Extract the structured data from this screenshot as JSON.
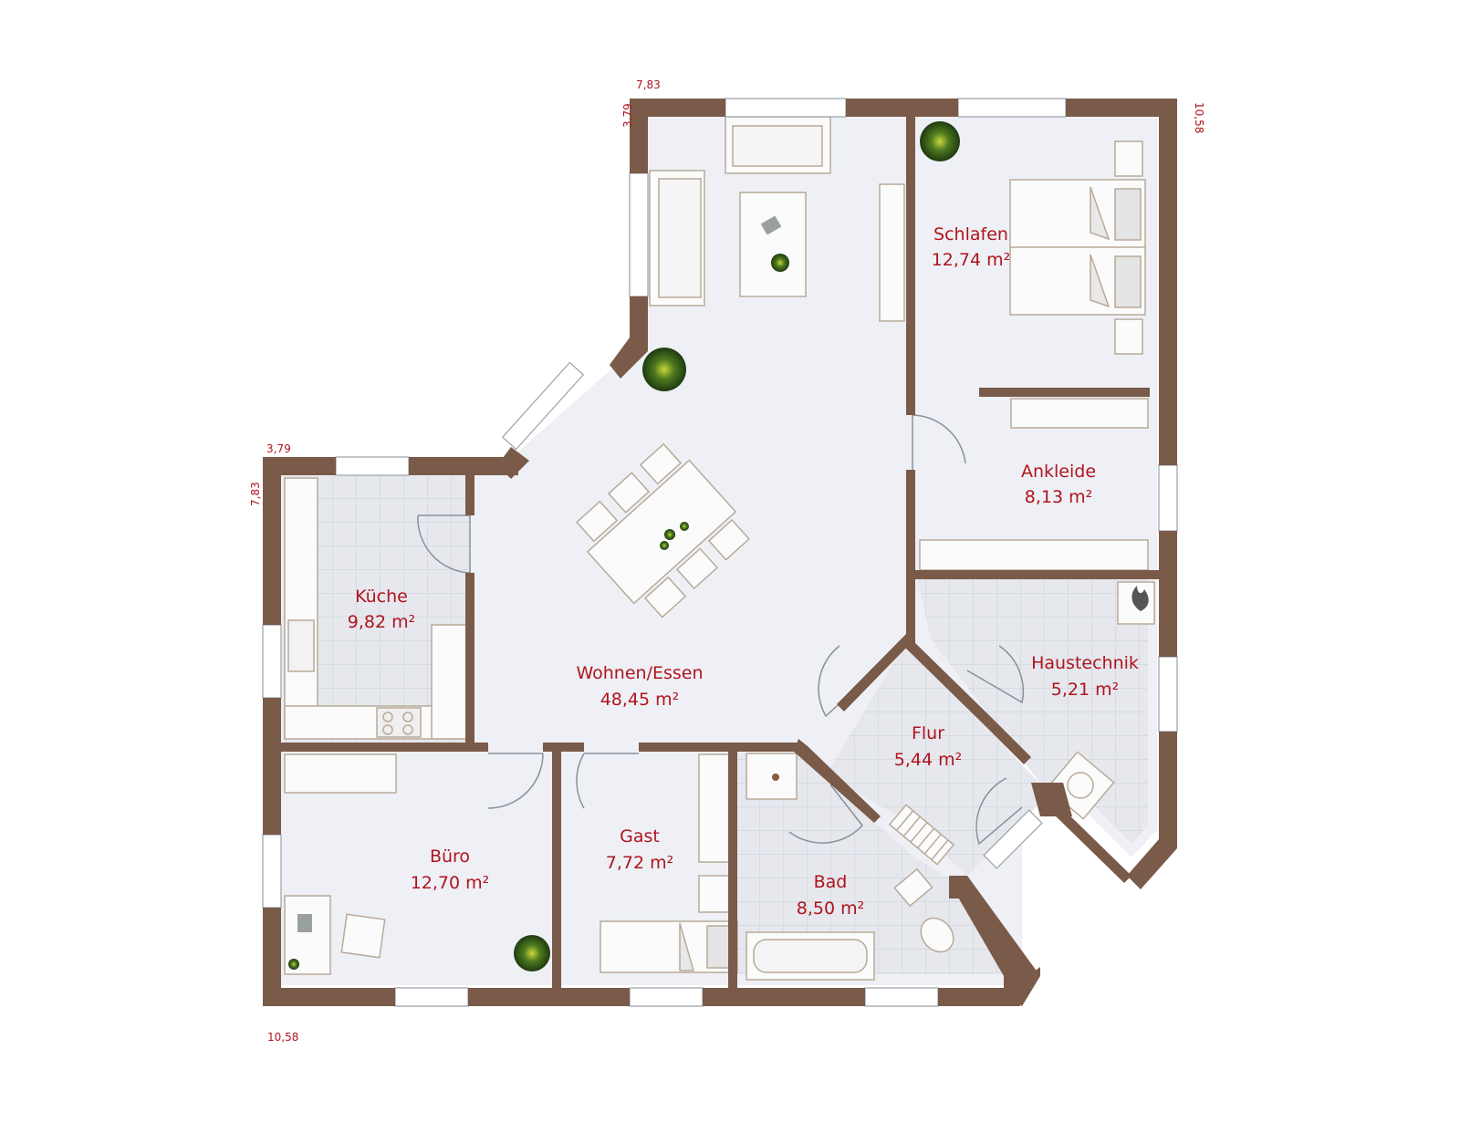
{
  "dimensions": {
    "top_width": "7,83",
    "top_height": "3,79",
    "right_height": "10,58",
    "left_width": "3,79",
    "left_height": "7,83",
    "bottom_width": "10,58"
  },
  "rooms": {
    "schlafen": {
      "name": "Schlafen",
      "area": "12,74 m²"
    },
    "ankleide": {
      "name": "Ankleide",
      "area": "8,13 m²"
    },
    "kueche": {
      "name": "Küche",
      "area": "9,82 m²"
    },
    "wohnen": {
      "name": "Wohnen/Essen",
      "area": "48,45 m²"
    },
    "haustechnik": {
      "name": "Haustechnik",
      "area": "5,21 m²"
    },
    "flur": {
      "name": "Flur",
      "area": "5,44 m²"
    },
    "buero": {
      "name": "Büro",
      "area": "12,70 m²"
    },
    "gast": {
      "name": "Gast",
      "area": "7,72 m²"
    },
    "bad": {
      "name": "Bad",
      "area": "8,50 m²"
    }
  },
  "colors": {
    "wall": "#7a5a48",
    "floor": "#eef0f6",
    "tile_floor": "#e4e6ec",
    "tile_line": "#cfd2da",
    "furniture": "#fbfbfb",
    "furniture_stroke": "#b8aa98",
    "label": "#b0141c"
  },
  "icons": [
    "plant-icon",
    "book-icon",
    "fire-icon",
    "faucet-icon"
  ]
}
